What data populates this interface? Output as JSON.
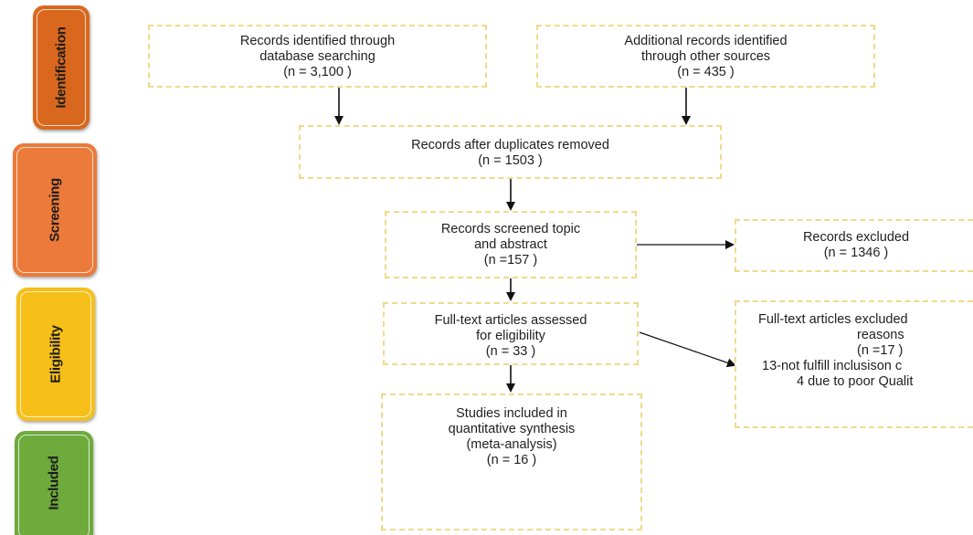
{
  "phases": {
    "identification": "Identification",
    "screening": "Screening",
    "eligibility": "Eligibility",
    "included": "Included"
  },
  "colors": {
    "identification": "#d9681e",
    "screening": "#ec7a3a",
    "eligibility": "#f6bf19",
    "included": "#6eaa3c",
    "box_border": "#f0d98a"
  },
  "boxes": {
    "db_search": {
      "line1": "Records identified through",
      "line2": "database searching",
      "line3": "(n = 3,100 )"
    },
    "other_sources": {
      "line1": "Additional records identified",
      "line2": "through other sources",
      "line3": "(n = 435  )"
    },
    "dedup": {
      "line1": "Records after duplicates removed",
      "line2": "(n =  1503 )"
    },
    "screened": {
      "line1": "Records screened topic",
      "line2": "and abstract",
      "line3": "(n =157  )"
    },
    "excluded": {
      "line1": "Records excluded",
      "line2": "(n =  1346 )"
    },
    "fulltext": {
      "line1": "Full-text articles assessed",
      "line2": "for eligibility",
      "line3": "(n = 33 )"
    },
    "fulltext_excluded": {
      "line1": "Full-text articles excluded",
      "line2": "reasons",
      "line3": "(n =17   )",
      "line4": "13-not fulfill inclusison c",
      "line5": "4 due to poor Qualit"
    },
    "included": {
      "line1": "Studies included in",
      "line2": "quantitative synthesis",
      "line3": "(meta-analysis)",
      "line4": "(n = 16  )"
    }
  }
}
